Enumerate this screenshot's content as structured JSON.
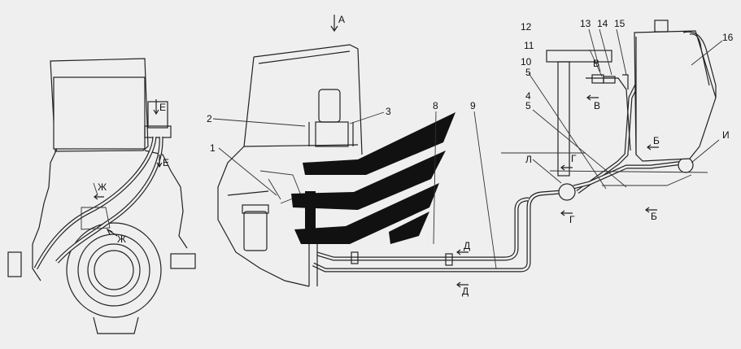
{
  "callouts": {
    "c1": "1",
    "c2": "2",
    "c3": "3",
    "c4": "4",
    "c5a": "5",
    "c5b": "5",
    "c8": "8",
    "c9": "9",
    "c10": "10",
    "c11": "11",
    "c12": "12",
    "c13": "13",
    "c14": "14",
    "c15": "15",
    "c16": "16"
  },
  "view_markers": {
    "A": "А",
    "E": "Е",
    "Zh": "Ж",
    "Zh_arrow": "Ж",
    "E_arrow": "Е",
    "V_top": "В",
    "V_arrow": "В",
    "G_arrow": "Г",
    "G_bottom": "Г",
    "B_arrow": "Б",
    "B_bottom": "Б",
    "D_arrow": "Д",
    "D_bottom": "Д",
    "L": "Л",
    "I": "И"
  },
  "colors": {
    "line": "#222222",
    "background": "#efefef",
    "watermark": "#111111"
  }
}
